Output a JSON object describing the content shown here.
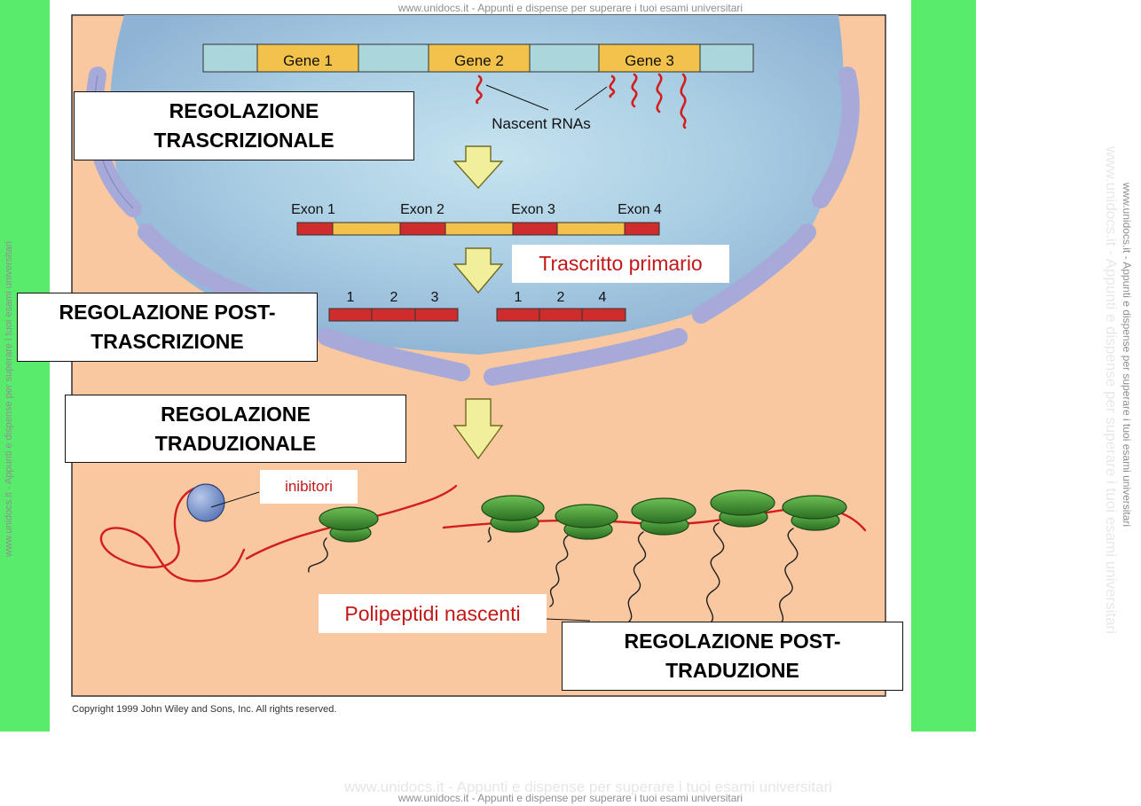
{
  "watermark": {
    "top": "www.unidocs.it - Appunti e dispense per superare i tuoi esami universitari",
    "bottom": "www.unidocs.it - Appunti e dispense per superare i tuoi esami universitari",
    "bottom_ghost": "www.unidocs.it - Appunti e dispense per superare i tuoi esami universitari",
    "left": "www.unidocs.it - Appunti e dispense per superare i tuoi esami universitari",
    "right": "www.unidocs.it - Appunti e dispense per superare i tuoi esami universitari",
    "right_ghost": "www.unidocs.it - Appunti e dispense per superare i tuoi esami universitari"
  },
  "genes": [
    "Gene 1",
    "Gene 2",
    "Gene 3"
  ],
  "nascent_rnas": "Nascent RNAs",
  "exons": [
    "Exon 1",
    "Exon 2",
    "Exon 3",
    "Exon 4"
  ],
  "primary_transcript": "Trascritto primario",
  "mrna_a_numbers": [
    "1",
    "2",
    "3"
  ],
  "mrna_b_numbers": [
    "1",
    "2",
    "4"
  ],
  "inhibitors": "inibitori",
  "nascent_polypeptides": "Polipeptidi nascenti",
  "boxes": {
    "transcriptional": [
      "REGOLAZIONE",
      "TRASCRIZIONALE"
    ],
    "post_transcriptional": [
      "REGOLAZIONE POST-",
      "TRASCRIZIONE"
    ],
    "translational": [
      "REGOLAZIONE",
      "TRADUZIONALE"
    ],
    "post_translational": [
      "REGOLAZIONE POST-",
      "TRADUZIONE"
    ]
  },
  "copyright": "Copyright 1999 John Wiley and Sons, Inc. All rights reserved.",
  "colors": {
    "cytoplasm": "#f9c8a0",
    "nucleus": "#a9cde3",
    "membrane": "#a7a9d8",
    "gene": "#f2c24a",
    "dna_spacer": "#a9d7dc",
    "exon": "#cf2d2d",
    "intron": "#f2c24a",
    "arrow": "#f1ee9c",
    "ribosome": "#3b8c2f",
    "mrna": "#d21e1e",
    "red_text": "#c41818",
    "green_band": "#59ec6c"
  }
}
